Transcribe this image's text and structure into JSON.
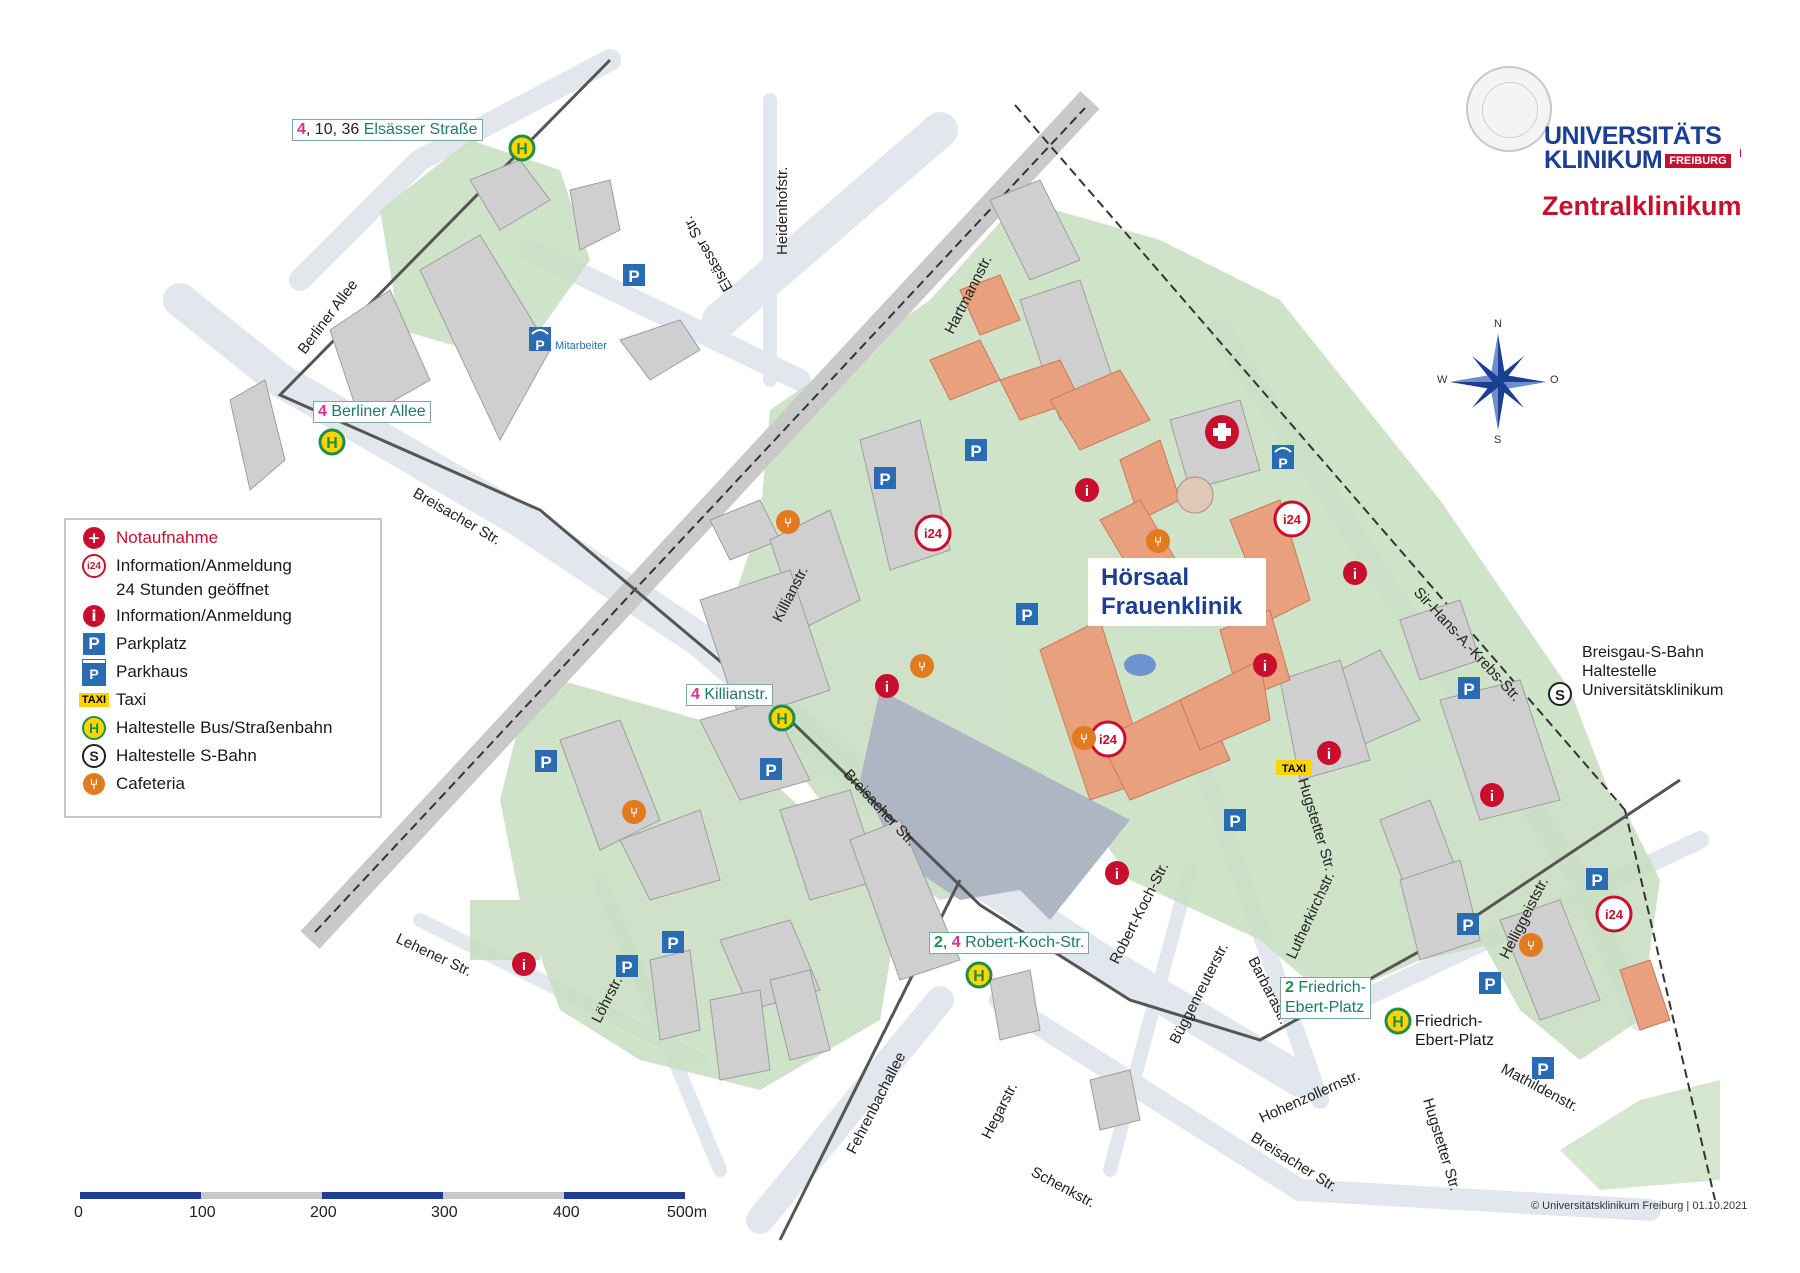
{
  "header": {
    "logo_line1": "UNIVERSITÄTS",
    "logo_line2": "KLINIKUM",
    "logo_suffix": "FREIBURG",
    "title": "Zentralklinikum"
  },
  "legend": {
    "items": [
      {
        "icon": "emergency-cross-icon",
        "label": "Notaufnahme",
        "color": "#c8102e"
      },
      {
        "icon": "info-24h-icon",
        "label": "Information/Anmeldung",
        "label2": "24 Stunden geöffnet"
      },
      {
        "icon": "info-icon",
        "label": "Information/Anmeldung"
      },
      {
        "icon": "parking-icon",
        "label": "Parkplatz"
      },
      {
        "icon": "parking-garage-icon",
        "label": "Parkhaus"
      },
      {
        "icon": "taxi-icon",
        "label": "Taxi",
        "badge": "TAXI"
      },
      {
        "icon": "bus-tram-stop-icon",
        "label": "Haltestelle Bus/Straßenbahn"
      },
      {
        "icon": "s-bahn-stop-icon",
        "label": "Haltestelle S-Bahn"
      },
      {
        "icon": "cafeteria-icon",
        "label": "Cafeteria"
      }
    ]
  },
  "highlight": {
    "line1": "Hörsaal",
    "line2": "Frauenklinik"
  },
  "stops": {
    "elsaesser": {
      "line_a": "4",
      "line_b": ", 10, 36",
      "name": "Elsässer Straße"
    },
    "berliner": {
      "line_a": "4",
      "name": "Berliner Allee"
    },
    "killian": {
      "line_a": "4",
      "name": "Killianstr."
    },
    "robert_koch": {
      "line_a": "2",
      "sep": ", ",
      "line_b": "4",
      "name": "Robert-Koch-Str."
    },
    "friedrich": {
      "line_a": "2",
      "name1": "Friedrich-",
      "name2": "Ebert-Platz"
    },
    "friedrich_bus": {
      "name1": "Friedrich-",
      "name2": "Ebert-Platz"
    },
    "sbahn": {
      "line1": "Breisgau-S-Bahn",
      "line2": "Haltestelle",
      "line3": "Universitätsklinikum"
    }
  },
  "streets": {
    "berliner_allee": "Berliner Allee",
    "heidenhofstr": "Heidenhofstr.",
    "elsaesser_str": "Elsässer Str.",
    "hartmannstr": "Hartmannstr.",
    "breisacher_1": "Breisacher Str.",
    "breisacher_2": "Breisacher Str.",
    "breisacher_3": "Breisacher Str.",
    "killianstr": "Killianstr.",
    "sir_hans": "Sir-Hans-A.-Krebs-Str.",
    "lehener": "Lehener Str.",
    "loehrstr": "Löhrstr.",
    "robert_koch_str": "Robert-Koch-Str.",
    "barbarastr": "Barbarastr.",
    "bueggenreuter": "Büggenreuterstr.",
    "lutherkirch": "Lutherkirchstr.",
    "hugstetter_1": "Hugstetter Str.",
    "hugstetter_2": "Hugstetter Str.",
    "helliggeist": "Helliggeiststr.",
    "mathilden": "Mathildenstr.",
    "hohenzollern": "Hohenzollernstr.",
    "fehrenbach": "Fehrenbachallee",
    "hegar": "Hegarstr.",
    "schenk": "Schenkstr."
  },
  "labels": {
    "mitarbeiter": "Mitarbeiter"
  },
  "compass": {
    "n": "N",
    "s": "S",
    "w": "W",
    "o": "O"
  },
  "scale": {
    "ticks": [
      "0",
      "100",
      "200",
      "300",
      "400",
      "500m"
    ]
  },
  "copyright": "© Universitätsklinikum Freiburg | 01.10.2021",
  "colors": {
    "brand_blue": "#1c3f94",
    "brand_red": "#c8102e",
    "green_area": "#c7dec0",
    "road": "#e4e8ef",
    "clinic_building": "#e9a07e",
    "building": "#cfcfcf",
    "parking": "#2a6cb4",
    "cafeteria": "#e27b1f",
    "stop_yellow": "#ffd400"
  },
  "markers": {
    "emergency": "+",
    "info": "i",
    "info24": "i24",
    "parking": "P",
    "bus": "H",
    "sbahn": "S",
    "cafe": "⑂"
  }
}
